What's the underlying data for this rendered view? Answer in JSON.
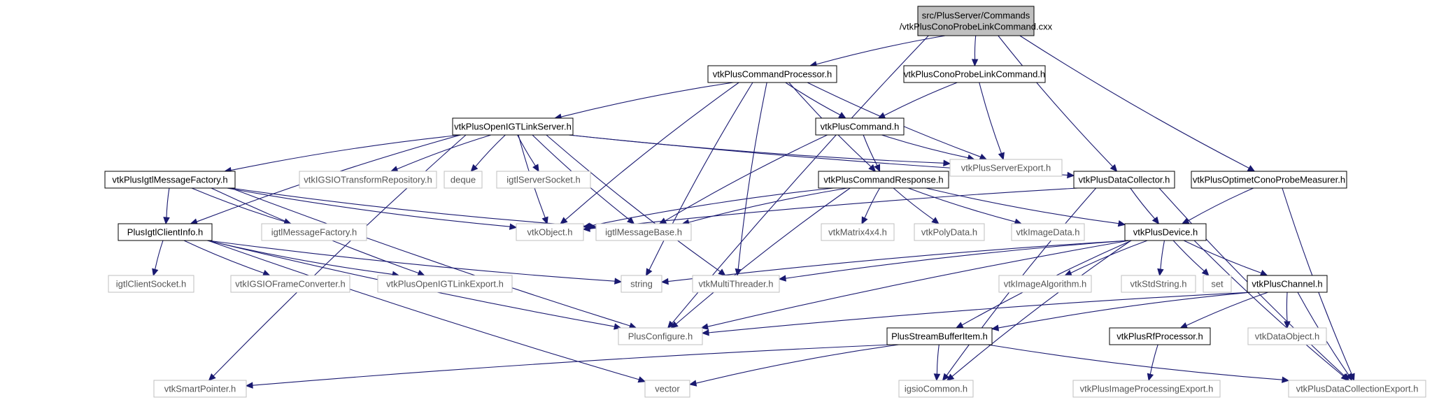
{
  "colors": {
    "edge": "#191970",
    "root_fill": "#bfbfbf",
    "external_border": "#bfbfbf"
  },
  "nodes": [
    {
      "id": "root",
      "kind": "root",
      "lines": [
        "src/PlusServer/Commands",
        "/vtkPlusConoProbeLinkCommand.cxx"
      ]
    },
    {
      "id": "cmdproc",
      "kind": "local",
      "lines": [
        "vtkPlusCommandProcessor.h"
      ]
    },
    {
      "id": "conoh",
      "kind": "local",
      "lines": [
        "vtkPlusConoProbeLinkCommand.h"
      ]
    },
    {
      "id": "optimet",
      "kind": "local",
      "lines": [
        "vtkPlusOptimetConoProbeMeasurer.h"
      ]
    },
    {
      "id": "igtlserver",
      "kind": "local",
      "lines": [
        "vtkPlusOpenIGTLinkServer.h"
      ]
    },
    {
      "id": "command",
      "kind": "local",
      "lines": [
        "vtkPlusCommand.h"
      ]
    },
    {
      "id": "msgfactory",
      "kind": "local",
      "lines": [
        "vtkPlusIgtlMessageFactory.h"
      ]
    },
    {
      "id": "transrepo",
      "kind": "external",
      "lines": [
        "vtkIGSIOTransformRepository.h"
      ]
    },
    {
      "id": "deque",
      "kind": "external",
      "lines": [
        "deque"
      ]
    },
    {
      "id": "igtlsock",
      "kind": "external",
      "lines": [
        "igtlServerSocket.h"
      ]
    },
    {
      "id": "serverexp",
      "kind": "external",
      "lines": [
        "vtkPlusServerExport.h"
      ]
    },
    {
      "id": "cmdresp",
      "kind": "local",
      "lines": [
        "vtkPlusCommandResponse.h"
      ]
    },
    {
      "id": "datacoll",
      "kind": "local",
      "lines": [
        "vtkPlusDataCollector.h"
      ]
    },
    {
      "id": "clientinfo",
      "kind": "local",
      "lines": [
        "PlusIgtlClientInfo.h"
      ]
    },
    {
      "id": "igtlmsgfact",
      "kind": "external",
      "lines": [
        "igtlMessageFactory.h"
      ]
    },
    {
      "id": "vtkobject",
      "kind": "external",
      "lines": [
        "vtkObject.h"
      ]
    },
    {
      "id": "igtlmsgbase",
      "kind": "external",
      "lines": [
        "igtlMessageBase.h"
      ]
    },
    {
      "id": "matrix",
      "kind": "external",
      "lines": [
        "vtkMatrix4x4.h"
      ]
    },
    {
      "id": "polydata",
      "kind": "external",
      "lines": [
        "vtkPolyData.h"
      ]
    },
    {
      "id": "imagedata",
      "kind": "external",
      "lines": [
        "vtkImageData.h"
      ]
    },
    {
      "id": "device",
      "kind": "local",
      "lines": [
        "vtkPlusDevice.h"
      ]
    },
    {
      "id": "clientsock",
      "kind": "external",
      "lines": [
        "igtlClientSocket.h"
      ]
    },
    {
      "id": "frameconv",
      "kind": "external",
      "lines": [
        "vtkIGSIOFrameConverter.h"
      ]
    },
    {
      "id": "oigtlexp",
      "kind": "external",
      "lines": [
        "vtkPlusOpenIGTLinkExport.h"
      ]
    },
    {
      "id": "string",
      "kind": "external",
      "lines": [
        "string"
      ]
    },
    {
      "id": "multithread",
      "kind": "external",
      "lines": [
        "vtkMultiThreader.h"
      ]
    },
    {
      "id": "imgalgo",
      "kind": "external",
      "lines": [
        "vtkImageAlgorithm.h"
      ]
    },
    {
      "id": "stdstring",
      "kind": "external",
      "lines": [
        "vtkStdString.h"
      ]
    },
    {
      "id": "set",
      "kind": "external",
      "lines": [
        "set"
      ]
    },
    {
      "id": "channel",
      "kind": "local",
      "lines": [
        "vtkPlusChannel.h"
      ]
    },
    {
      "id": "plusconf",
      "kind": "external",
      "lines": [
        "PlusConfigure.h"
      ]
    },
    {
      "id": "streambuf",
      "kind": "local",
      "lines": [
        "PlusStreamBufferItem.h"
      ]
    },
    {
      "id": "rfproc",
      "kind": "local",
      "lines": [
        "vtkPlusRfProcessor.h"
      ]
    },
    {
      "id": "dataobj",
      "kind": "external",
      "lines": [
        "vtkDataObject.h"
      ]
    },
    {
      "id": "smartptr",
      "kind": "external",
      "lines": [
        "vtkSmartPointer.h"
      ]
    },
    {
      "id": "vector",
      "kind": "external",
      "lines": [
        "vector"
      ]
    },
    {
      "id": "igsiocommon",
      "kind": "external",
      "lines": [
        "igsioCommon.h"
      ]
    },
    {
      "id": "imgprocexp",
      "kind": "external",
      "lines": [
        "vtkPlusImageProcessingExport.h"
      ]
    },
    {
      "id": "datacollexp",
      "kind": "external",
      "lines": [
        "vtkPlusDataCollectionExport.h"
      ]
    }
  ],
  "edges": [
    [
      "root",
      "cmdproc"
    ],
    [
      "root",
      "conoh"
    ],
    [
      "root",
      "datacoll"
    ],
    [
      "root",
      "optimet"
    ],
    [
      "root",
      "plusconf"
    ],
    [
      "cmdproc",
      "igtlserver"
    ],
    [
      "cmdproc",
      "command"
    ],
    [
      "cmdproc",
      "cmdresp"
    ],
    [
      "cmdproc",
      "serverexp"
    ],
    [
      "cmdproc",
      "vtkobject"
    ],
    [
      "cmdproc",
      "string"
    ],
    [
      "cmdproc",
      "multithread"
    ],
    [
      "conoh",
      "command"
    ],
    [
      "conoh",
      "serverexp"
    ],
    [
      "command",
      "cmdresp"
    ],
    [
      "command",
      "serverexp"
    ],
    [
      "command",
      "igtlmsgbase"
    ],
    [
      "igtlserver",
      "msgfactory"
    ],
    [
      "igtlserver",
      "transrepo"
    ],
    [
      "igtlserver",
      "deque"
    ],
    [
      "igtlserver",
      "igtlsock"
    ],
    [
      "igtlserver",
      "serverexp"
    ],
    [
      "igtlserver",
      "datacoll"
    ],
    [
      "igtlserver",
      "clientinfo"
    ],
    [
      "igtlserver",
      "vtkobject"
    ],
    [
      "igtlserver",
      "igtlmsgbase"
    ],
    [
      "igtlserver",
      "multithread"
    ],
    [
      "igtlserver",
      "smartptr"
    ],
    [
      "msgfactory",
      "clientinfo"
    ],
    [
      "msgfactory",
      "igtlmsgfact"
    ],
    [
      "msgfactory",
      "vtkobject"
    ],
    [
      "msgfactory",
      "igtlmsgbase"
    ],
    [
      "msgfactory",
      "oigtlexp"
    ],
    [
      "msgfactory",
      "plusconf"
    ],
    [
      "cmdresp",
      "matrix"
    ],
    [
      "cmdresp",
      "polydata"
    ],
    [
      "cmdresp",
      "imagedata"
    ],
    [
      "cmdresp",
      "device"
    ],
    [
      "cmdresp",
      "igtlmsgbase"
    ],
    [
      "cmdresp",
      "vtkobject"
    ],
    [
      "cmdresp",
      "plusconf"
    ],
    [
      "datacoll",
      "device"
    ],
    [
      "datacoll",
      "vtkobject"
    ],
    [
      "datacoll",
      "datacollexp"
    ],
    [
      "datacoll",
      "igsiocommon"
    ],
    [
      "optimet",
      "device"
    ],
    [
      "optimet",
      "datacollexp"
    ],
    [
      "clientinfo",
      "clientsock"
    ],
    [
      "clientinfo",
      "frameconv"
    ],
    [
      "clientinfo",
      "oigtlexp"
    ],
    [
      "clientinfo",
      "string"
    ],
    [
      "clientinfo",
      "plusconf"
    ],
    [
      "clientinfo",
      "vector"
    ],
    [
      "device",
      "imgalgo"
    ],
    [
      "device",
      "stdstring"
    ],
    [
      "device",
      "set"
    ],
    [
      "device",
      "channel"
    ],
    [
      "device",
      "string"
    ],
    [
      "device",
      "multithread"
    ],
    [
      "device",
      "plusconf"
    ],
    [
      "device",
      "streambuf"
    ],
    [
      "device",
      "igsiocommon"
    ],
    [
      "device",
      "datacollexp"
    ],
    [
      "channel",
      "streambuf"
    ],
    [
      "channel",
      "rfproc"
    ],
    [
      "channel",
      "dataobj"
    ],
    [
      "channel",
      "datacollexp"
    ],
    [
      "channel",
      "plusconf"
    ],
    [
      "streambuf",
      "smartptr"
    ],
    [
      "streambuf",
      "vector"
    ],
    [
      "streambuf",
      "igsiocommon"
    ],
    [
      "streambuf",
      "datacollexp"
    ],
    [
      "rfproc",
      "imgprocexp"
    ]
  ]
}
